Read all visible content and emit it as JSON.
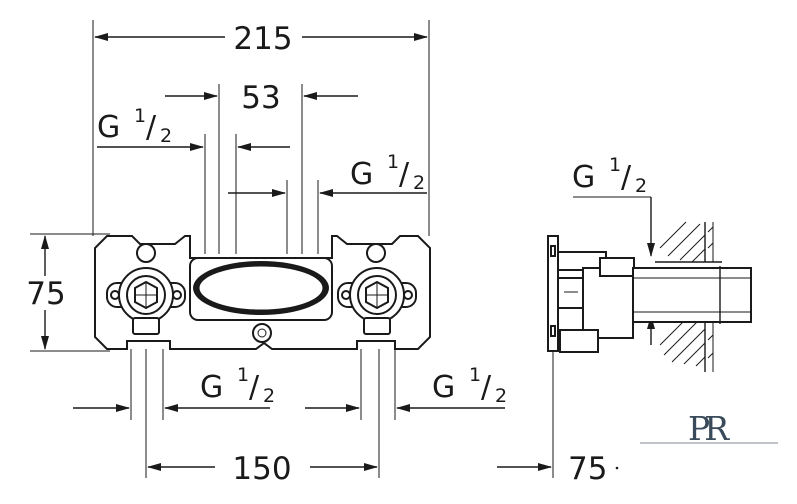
{
  "dimensions": {
    "width_total": "215",
    "center_spacing": "53",
    "height": "75",
    "outlet_spacing": "150",
    "depth": "75"
  },
  "threads": {
    "g": "G",
    "num": "1",
    "slash": "/",
    "den": "2"
  },
  "logo": {
    "text": "PR"
  }
}
